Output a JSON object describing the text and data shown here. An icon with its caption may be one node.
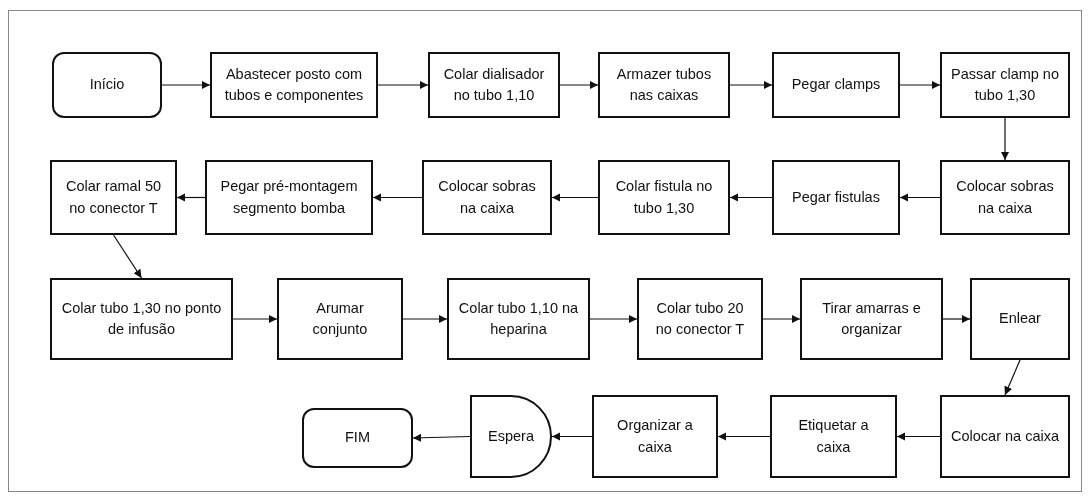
{
  "diagram": {
    "nodes": [
      {
        "text": [
          "Início"
        ]
      },
      {
        "text": [
          "Abastecer posto com tubos e componentes"
        ]
      },
      {
        "text": [
          "Colar dialisador no tubo 1,10"
        ]
      },
      {
        "text": [
          "Armazer tubos nas caixas"
        ]
      },
      {
        "text": [
          "Pegar clamps"
        ]
      },
      {
        "text": [
          "Passar clamp no tubo 1,30"
        ]
      },
      {
        "text": [
          "Colocar sobras na caixa"
        ]
      },
      {
        "text": [
          "Pegar fistulas"
        ]
      },
      {
        "text": [
          "Colar fistula no tubo 1,30"
        ]
      },
      {
        "text": [
          "Colocar sobras na caixa"
        ]
      },
      {
        "text": [
          "Pegar pré-montagem segmento bomba"
        ]
      },
      {
        "text": [
          "Colar ramal 50 no conector T"
        ]
      },
      {
        "text": [
          "Colar tubo 1,30 no ponto de infusão"
        ]
      },
      {
        "text": [
          "Arumar conjunto"
        ]
      },
      {
        "text": [
          "Colar tubo 1,10 na heparina"
        ]
      },
      {
        "text": [
          "Colar tubo 20 no conector T"
        ]
      },
      {
        "text": [
          "Tirar amarras e organizar"
        ]
      },
      {
        "text": [
          "Enlear"
        ]
      },
      {
        "text": [
          "Colocar na caixa"
        ]
      },
      {
        "text": [
          "Etiquetar a caixa"
        ]
      },
      {
        "text": [
          "Organizar a caixa"
        ]
      },
      {
        "text": [
          "Espera"
        ]
      },
      {
        "text": [
          "FIM"
        ]
      }
    ],
    "edges": [
      {
        "from": 0,
        "to": 1,
        "arrow": "to"
      },
      {
        "from": 1,
        "to": 2,
        "arrow": "to"
      },
      {
        "from": 2,
        "to": 3,
        "arrow": "to"
      },
      {
        "from": 3,
        "to": 4,
        "arrow": "to"
      },
      {
        "from": 4,
        "to": 5,
        "arrow": "to"
      },
      {
        "from": 5,
        "to": 6,
        "arrow": "to"
      },
      {
        "from": 6,
        "to": 7,
        "arrow": "to"
      },
      {
        "from": 7,
        "to": 8,
        "arrow": "to"
      },
      {
        "from": 8,
        "to": 9,
        "arrow": "to"
      },
      {
        "from": 9,
        "to": 10,
        "arrow": "to"
      },
      {
        "from": 10,
        "to": 11,
        "arrow": "to"
      },
      {
        "from": 11,
        "to": 12,
        "arrow": "to"
      },
      {
        "from": 12,
        "to": 13,
        "arrow": "to"
      },
      {
        "from": 13,
        "to": 14,
        "arrow": "to"
      },
      {
        "from": 14,
        "to": 15,
        "arrow": "to"
      },
      {
        "from": 15,
        "to": 16,
        "arrow": "to"
      },
      {
        "from": 16,
        "to": 17,
        "arrow": "to"
      },
      {
        "from": 17,
        "to": 18,
        "arrow": "to"
      },
      {
        "from": 18,
        "to": 19,
        "arrow": "to"
      },
      {
        "from": 19,
        "to": 20,
        "arrow": "to"
      },
      {
        "from": 20,
        "to": 21,
        "arrow": "to"
      },
      {
        "from": 21,
        "to": 22,
        "arrow": "to"
      }
    ]
  }
}
